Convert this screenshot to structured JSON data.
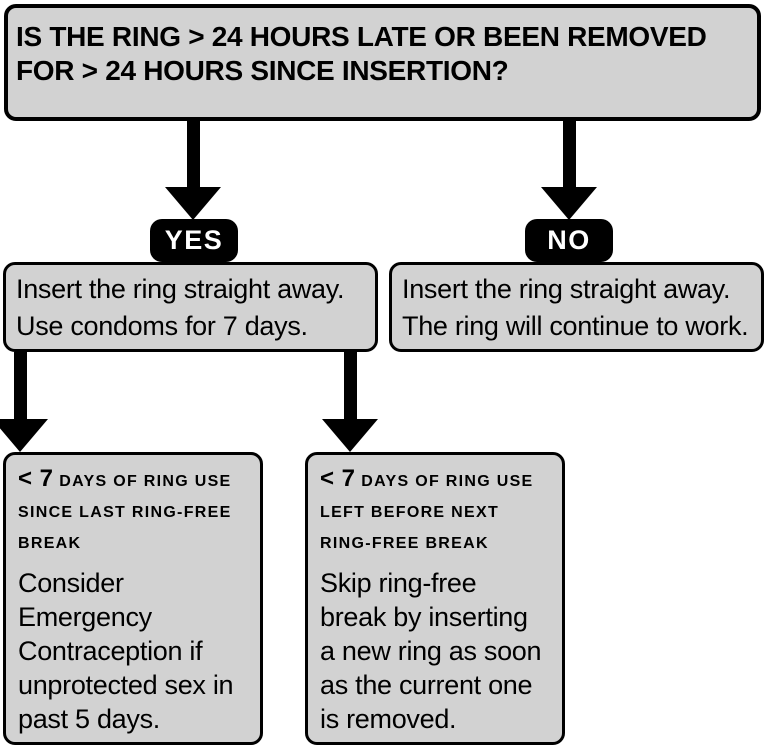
{
  "colors": {
    "box_fill": "#d2d2d2",
    "line_and_border": "#000000",
    "badge_fill": "#000000",
    "badge_text": "#ffffff",
    "background": "#ffffff"
  },
  "question": {
    "lines": [
      "IS THE RING > 24 HOURS LATE OR BEEN REMOVED",
      "FOR > 24 HOURS SINCE INSERTION?"
    ]
  },
  "branches": {
    "yes": {
      "label": "YES",
      "action_lines": [
        "Insert the ring straight away.",
        "Use condoms for 7 days."
      ]
    },
    "no": {
      "label": "NO",
      "action_lines": [
        "Insert the ring straight away.",
        "The ring will continue to work."
      ]
    }
  },
  "outcomes": {
    "left": {
      "header_prefix": "< 7",
      "header_line1_rest": "DAYS OF RING USE",
      "header_lines": [
        "SINCE LAST RING-FREE",
        "BREAK"
      ],
      "body_lines": [
        "Consider",
        "Emergency",
        "Contraception if",
        "unprotected sex in",
        "past 5 days."
      ]
    },
    "right": {
      "header_prefix": "< 7",
      "header_line1_rest": "DAYS OF RING USE",
      "header_lines": [
        "LEFT BEFORE NEXT",
        "RING-FREE BREAK"
      ],
      "body_lines": [
        "Skip ring-free",
        "break by inserting",
        "a new ring as soon",
        "as the current one",
        "is removed."
      ]
    }
  }
}
